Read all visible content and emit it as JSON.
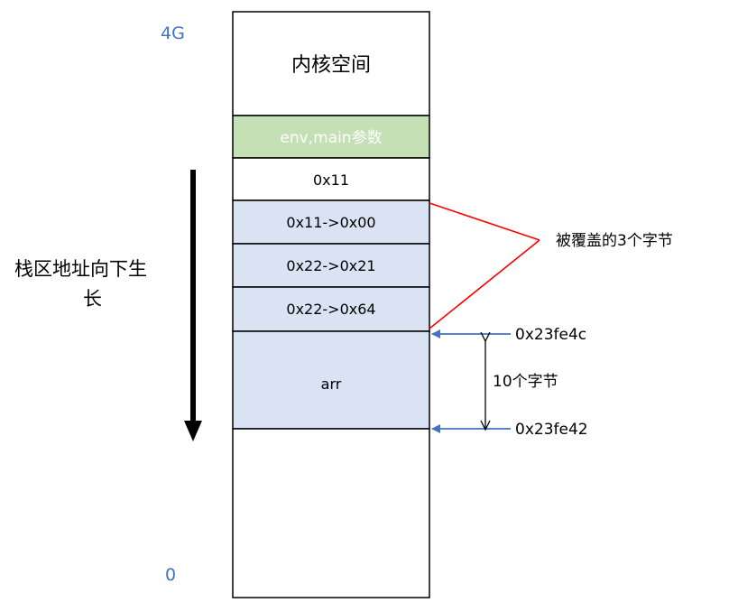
{
  "labels": {
    "top_address": "4G",
    "bottom_address": "0",
    "growth_direction": [
      "栈区地址向下生",
      "长"
    ],
    "overwritten_note": "被覆盖的3个字节",
    "addr_high": "0x23fe4c",
    "addr_low": "0x23fe42",
    "span_note": "10个字节"
  },
  "stack_blocks": [
    {
      "label": "内核空间",
      "kind": "kernel"
    },
    {
      "label": "env,main参数",
      "kind": "env"
    },
    {
      "label": "0x11",
      "kind": "plain"
    },
    {
      "label": "0x11->0x00",
      "kind": "overwritten"
    },
    {
      "label": "0x22->0x21",
      "kind": "overwritten"
    },
    {
      "label": "0x22->0x64",
      "kind": "overwritten"
    },
    {
      "label": "arr",
      "kind": "array"
    },
    {
      "label": "",
      "kind": "free"
    }
  ],
  "colors": {
    "address_label": "#4472c4",
    "env_fill": "#c5e0b4",
    "overwritten_fill": "#dae3f3",
    "pointer_arrow": "#4472c4",
    "callout_line": "#ff0000",
    "border": "#000000"
  }
}
